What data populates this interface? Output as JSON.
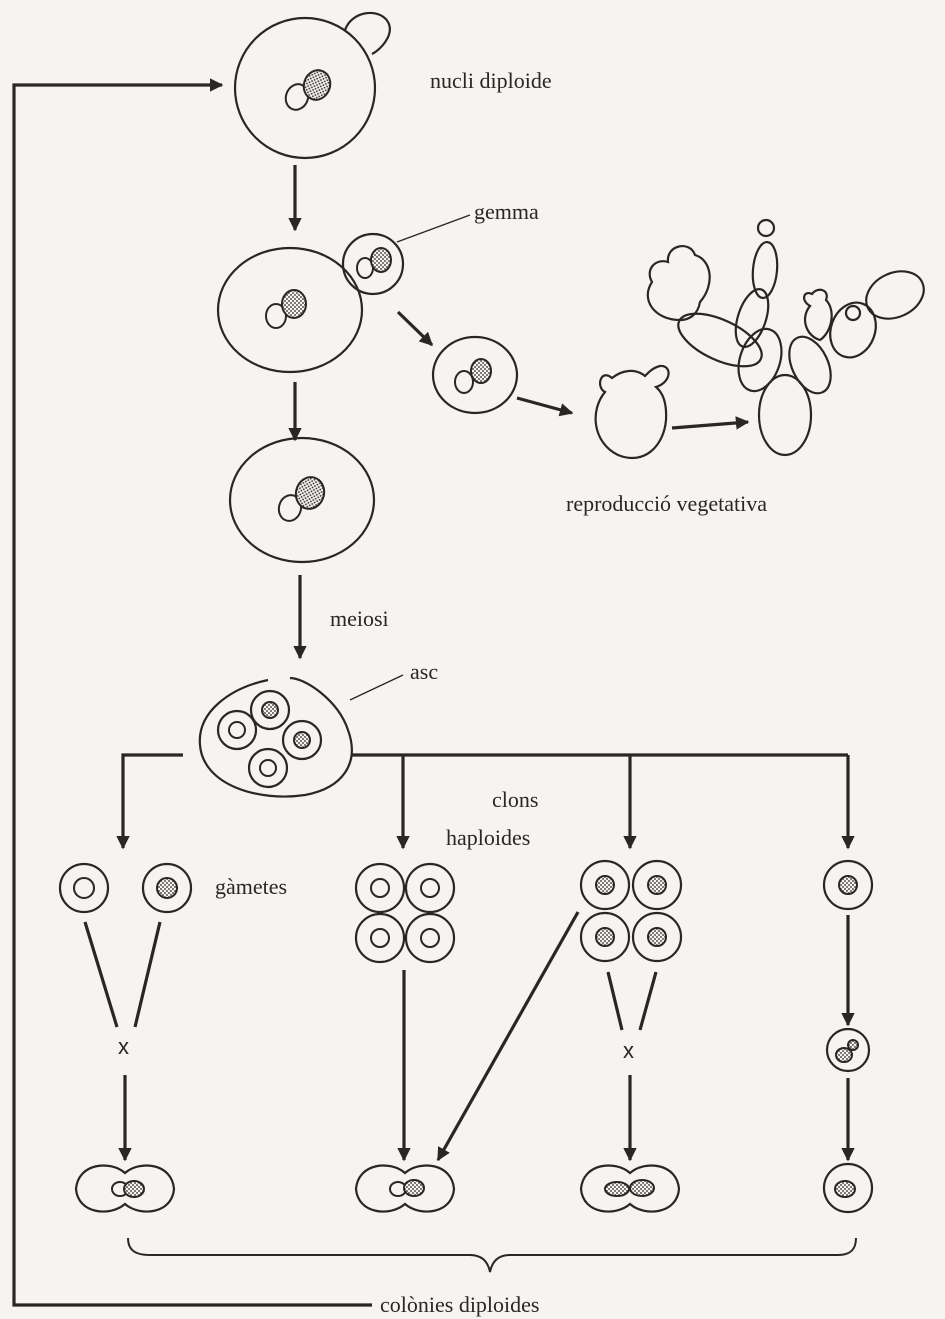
{
  "labels": {
    "diploid_nucleus": "nucli diploide",
    "bud": "gemma",
    "vegetative_reproduction": "reproducció vegetativa",
    "meiosis": "meiosi",
    "ascus": "asc",
    "clones": "clons",
    "haploid": "haploides",
    "gametes": "gàmetes",
    "cross_left": "x",
    "cross_right": "x",
    "diploid_colonies": "colònies diploides"
  },
  "colors": {
    "ink": "#2a2624",
    "paper": "#f6f3f0"
  }
}
